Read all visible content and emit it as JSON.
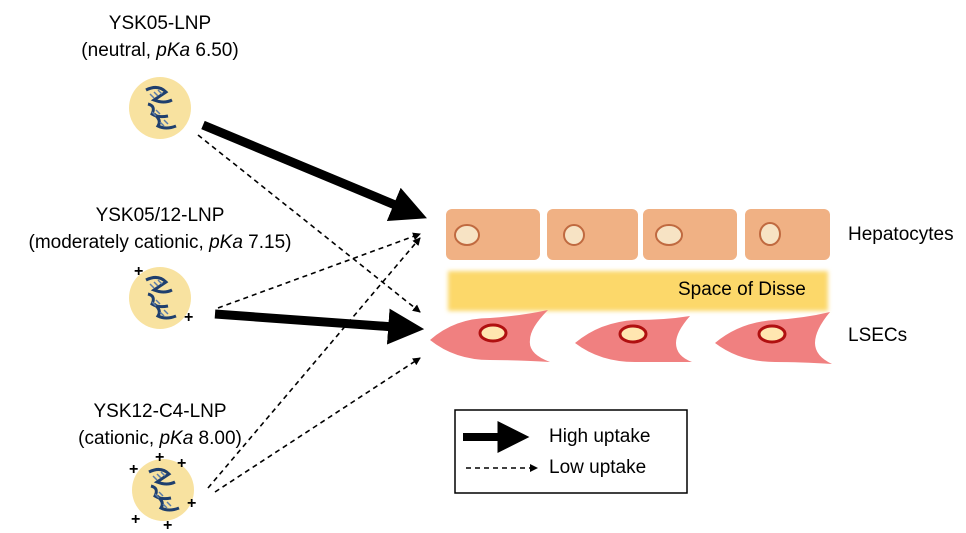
{
  "particles": [
    {
      "name": "YSK05-LNP",
      "desc_pre": "(neutral, ",
      "pka_label": "pKa",
      "pka_value": " 6.50)"
    },
    {
      "name": "YSK05/12-LNP",
      "desc_pre": "(moderately cationic, ",
      "pka_label": "pKa",
      "pka_value": " 7.15)"
    },
    {
      "name": "YSK12-C4-LNP",
      "desc_pre": "(cationic, ",
      "pka_label": "pKa",
      "pka_value": " 8.00)"
    }
  ],
  "labels": {
    "hepatocytes": "Hepatocytes",
    "space_of_disse": "Space of Disse",
    "lsecs": "LSECs"
  },
  "legend": {
    "high": "High uptake",
    "low": "Low uptake"
  },
  "colors": {
    "particle_fill": "#f8e2a0",
    "hepatocyte_fill": "#f0b184",
    "hepatocyte_nucleus": "#f7e3c4",
    "disse_fill": "#fcd86a",
    "lsec_fill": "#f08080",
    "lsec_nucleus_fill": "#ffe6b0",
    "lsec_nucleus_stroke": "#b01010",
    "rna_color": "#1f3f6e"
  }
}
